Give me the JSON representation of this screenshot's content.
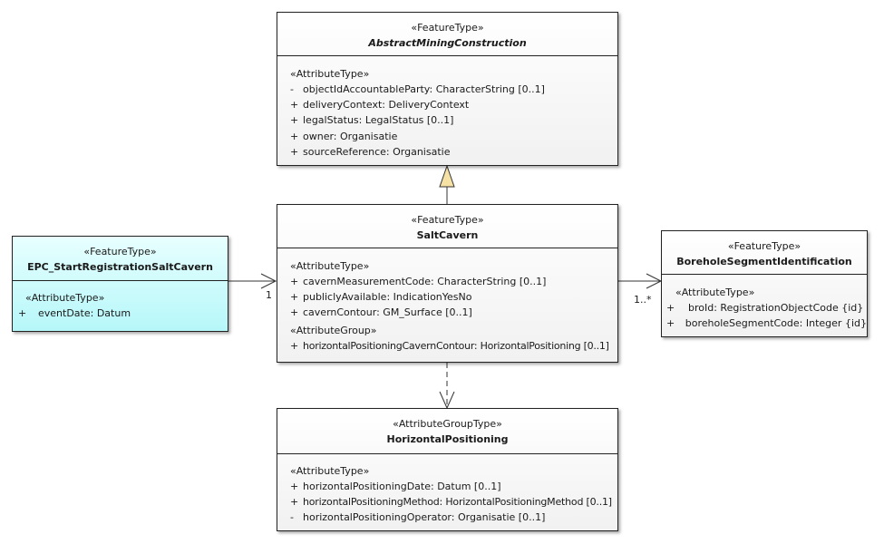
{
  "classes": {
    "abstract_mining_construction": {
      "stereotype": "«FeatureType»",
      "name": "AbstractMiningConstruction",
      "groups": [
        {
          "title": "«AttributeType»",
          "attributes": [
            {
              "vis": "-",
              "text": "objectIdAccountableParty: CharacterString [0..1]"
            },
            {
              "vis": "+",
              "text": "deliveryContext: DeliveryContext"
            },
            {
              "vis": "+",
              "text": "legalStatus: LegalStatus [0..1]"
            },
            {
              "vis": "+",
              "text": "owner: Organisatie"
            },
            {
              "vis": "+",
              "text": "sourceReference: Organisatie"
            }
          ]
        }
      ]
    },
    "salt_cavern": {
      "stereotype": "«FeatureType»",
      "name": "SaltCavern",
      "groups": [
        {
          "title": "«AttributeType»",
          "attributes": [
            {
              "vis": "+",
              "text": "cavernMeasurementCode: CharacterString [0..1]"
            },
            {
              "vis": "+",
              "text": "publiclyAvailable: IndicationYesNo"
            },
            {
              "vis": "+",
              "text": "cavernContour: GM_Surface [0..1]"
            }
          ]
        },
        {
          "title": "«AttributeGroup»",
          "attributes": [
            {
              "vis": "+",
              "text": "horizontalPositioningCavernContour: HorizontalPositioning [0..1]"
            }
          ]
        }
      ]
    },
    "epc_start_registration": {
      "stereotype": "«FeatureType»",
      "name": "EPC_StartRegistrationSaltCavern",
      "groups": [
        {
          "title": "«AttributeType»",
          "attributes": [
            {
              "vis": "+",
              "text": "eventDate: Datum"
            }
          ]
        }
      ]
    },
    "borehole_segment_identification": {
      "stereotype": "«FeatureType»",
      "name": "BoreholeSegmentIdentification",
      "groups": [
        {
          "title": "«AttributeType»",
          "attributes": [
            {
              "vis": "+",
              "text": "broId: RegistrationObjectCode {id}"
            },
            {
              "vis": "+",
              "text": "boreholeSegmentCode: Integer {id}"
            }
          ]
        }
      ]
    },
    "horizontal_positioning": {
      "stereotype": "«AttributeGroupType»",
      "name": "HorizontalPositioning",
      "groups": [
        {
          "title": "«AttributeType»",
          "attributes": [
            {
              "vis": "+",
              "text": "horizontalPositioningDate: Datum [0..1]"
            },
            {
              "vis": "+",
              "text": "horizontalPositioningMethod: HorizontalPositioningMethod [0..1]"
            },
            {
              "vis": "-",
              "text": "horizontalPositioningOperator: Organisatie [0..1]"
            }
          ]
        }
      ]
    }
  },
  "multiplicities": {
    "epc_to_saltcavern_target": "1",
    "saltcavern_to_borehole_target": "1..*"
  }
}
